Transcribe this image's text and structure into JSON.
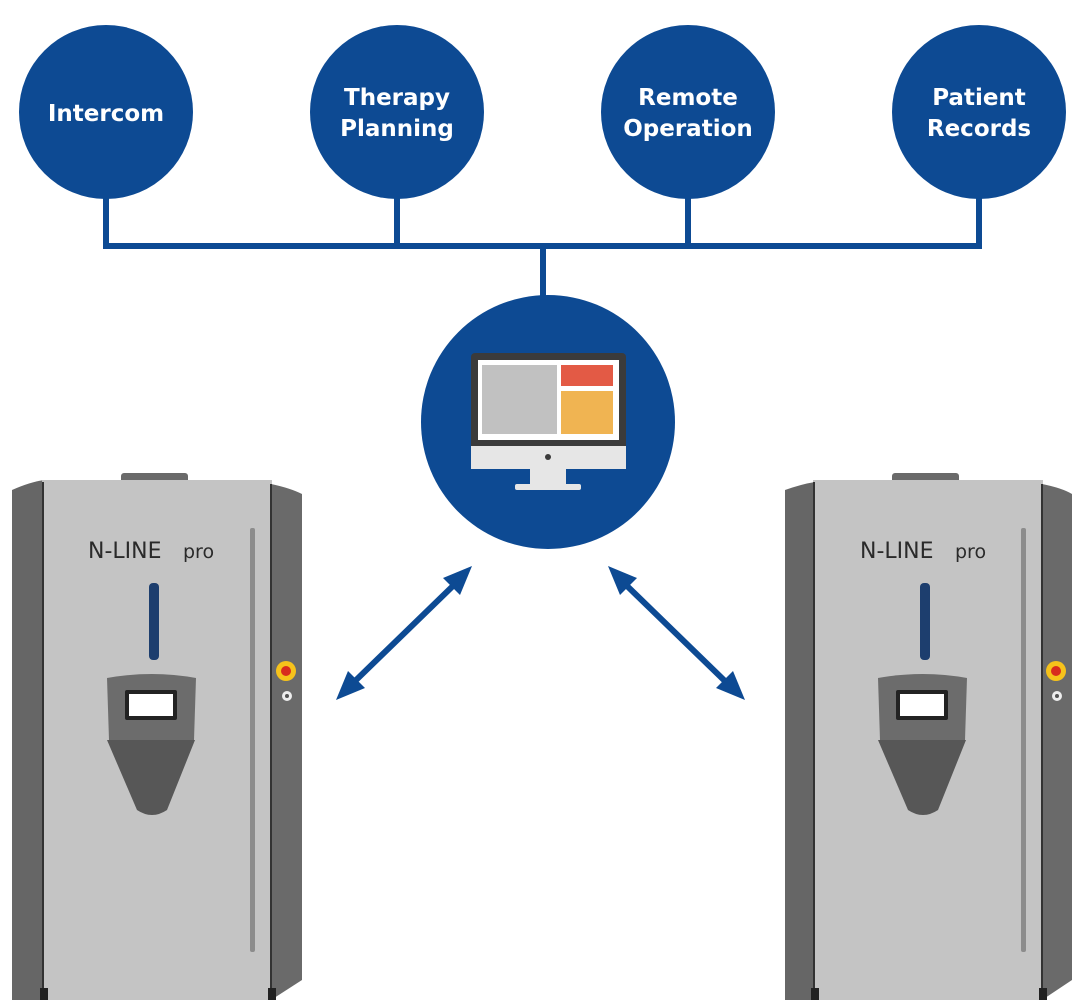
{
  "colors": {
    "primary_blue": "#0d4a93",
    "cabinet_light": "#c4c4c4",
    "cabinet_dark": "#6a6a6a",
    "screen_gray": "#c1c1c1",
    "screen_red": "#e35a45",
    "screen_orange": "#f0b452",
    "button_yellow": "#f6c21b",
    "button_red": "#d82b1e"
  },
  "nodes": [
    {
      "id": "intercom",
      "lines": [
        "Intercom"
      ],
      "icon": "intercom-node"
    },
    {
      "id": "therapy-planning",
      "lines": [
        "Therapy",
        "Planning"
      ],
      "icon": "therapy-planning-node"
    },
    {
      "id": "remote-operation",
      "lines": [
        "Remote",
        "Operation"
      ],
      "icon": "remote-operation-node"
    },
    {
      "id": "patient-records",
      "lines": [
        "Patient",
        "Records"
      ],
      "icon": "patient-records-node"
    }
  ],
  "hub": {
    "icon": "computer-monitor-icon"
  },
  "devices": [
    {
      "brand": "N-LINE",
      "model": "pro"
    },
    {
      "brand": "N-LINE",
      "model": "pro"
    }
  ]
}
